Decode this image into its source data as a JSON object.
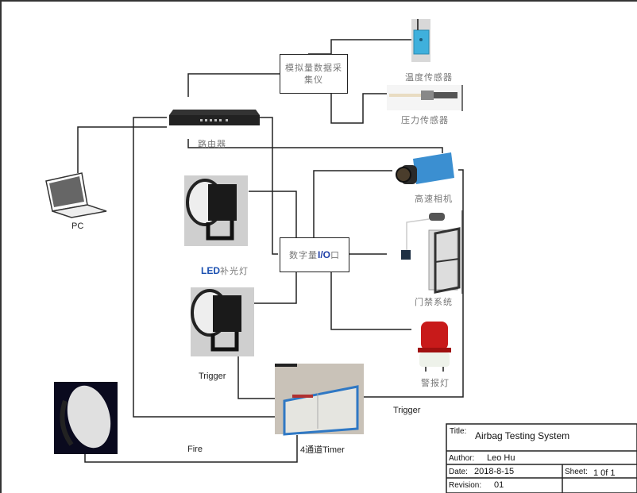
{
  "diagram": {
    "title": "Airbag Testing System",
    "nodes": {
      "analog_daq": {
        "label_line1": "模拟量数据采",
        "label_line2": "集仪"
      },
      "temp_sensor": {
        "label": "温度传感器"
      },
      "pressure_sensor": {
        "label": "压力传感器"
      },
      "router": {
        "label": "路由器"
      },
      "pc": {
        "label": "PC"
      },
      "hs_camera": {
        "label": "高速相机"
      },
      "led_light": {
        "label_prefix": "LED",
        "label_suffix": "补光灯"
      },
      "digital_io": {
        "label_prefix": "数字量",
        "label_io": "I/O",
        "label_suffix": "口"
      },
      "access_control": {
        "label": "门禁系统"
      },
      "alarm_light": {
        "label": "警报灯"
      },
      "timer": {
        "label_prefix": "4通道",
        "label_suffix": "Timer"
      },
      "airbag": {
        "label": ""
      }
    },
    "edge_labels": {
      "trigger_left": "Trigger",
      "trigger_right": "Trigger",
      "fire": "Fire"
    },
    "colors": {
      "io_accent": "#1f3fa8",
      "led_accent": "#1a4fb0",
      "line": "#222222",
      "chinese_text": "#777777"
    }
  },
  "title_block": {
    "title_label": "Title:",
    "title_value": "Airbag Testing System",
    "author_label": "Author:",
    "author_value": "Leo Hu",
    "date_label": "Date:",
    "date_value": "2018-8-15",
    "sheet_label": "Sheet:",
    "sheet_value": "1 0f 1",
    "revision_label": "Revision:",
    "revision_value": "01"
  }
}
